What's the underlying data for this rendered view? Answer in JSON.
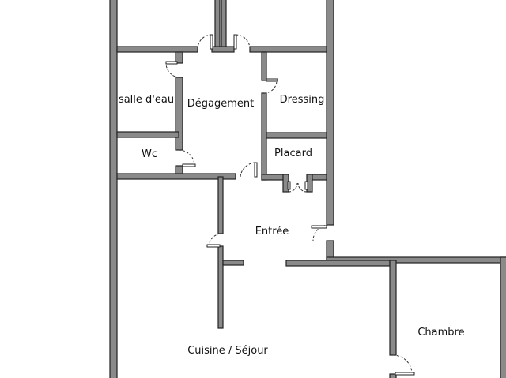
{
  "rooms": {
    "salle_eau": "salle d'eau",
    "degagement": "Dégagement",
    "dressing": "Dressing",
    "wc": "Wc",
    "placard": "Placard",
    "entree": "Entrée",
    "chambre": "Chambre",
    "cuisine_sejour": "Cuisine / Séjour"
  },
  "colors": {
    "wall_fill": "#8a8a8a",
    "wall_outline": "#222222",
    "background": "#ffffff"
  }
}
